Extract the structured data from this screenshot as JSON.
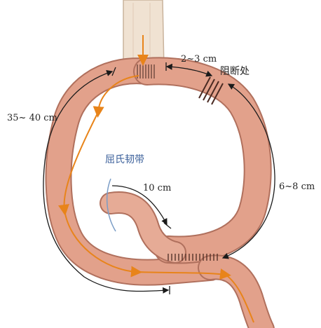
{
  "labels": {
    "gap_distance": "2~3 cm",
    "obstruction": "阻断处",
    "left_limb_length": "35~ 40 cm",
    "treitz_ligament": "屈氏韧带",
    "ligament_distance": "10 cm",
    "right_limb_length": "6~8 cm"
  },
  "colors": {
    "intestine_fill": "#e2a18b",
    "intestine_outline": "#b0705d",
    "flow_arrow": "#e8841a",
    "stomach_fill": "#f0e2d2",
    "measure_line": "#1a1a1a",
    "ligament_line": "#7a9cc6"
  }
}
